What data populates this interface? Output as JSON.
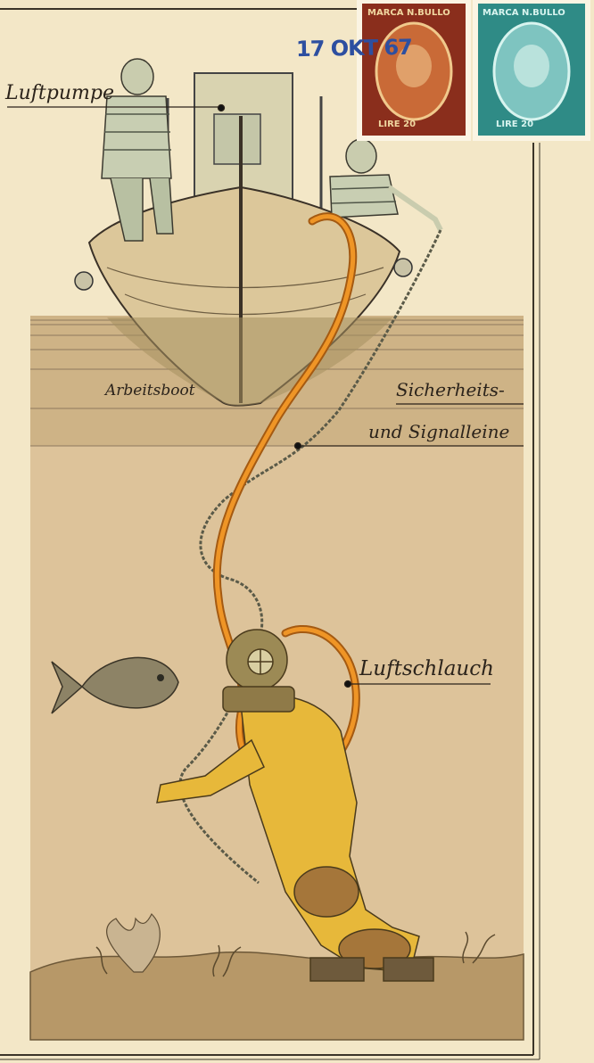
{
  "labels": {
    "luftpumpe": "Luftpumpe",
    "arbeitsboot": "Arbeitsboot",
    "sicherheits": "Sicherheits-",
    "signalleine": "und Signalleine",
    "luftschlauch": "Luftschlauch"
  },
  "postmark": "17 OKT 67",
  "stamps": [
    {
      "top": "MARCA N.BULLO",
      "bottom": "LIRE 20",
      "color": "#8a2e1c"
    },
    {
      "top": "MARCA N.BULLO",
      "bottom": "LIRE 20",
      "color": "#2f8b86"
    }
  ],
  "colors": {
    "paper": "#f3e7c7",
    "underwater": "#ddc39a",
    "air_hose": "#ef9526",
    "diving_suit": "#e7b83a",
    "boat_hull": "#dcc79a"
  }
}
